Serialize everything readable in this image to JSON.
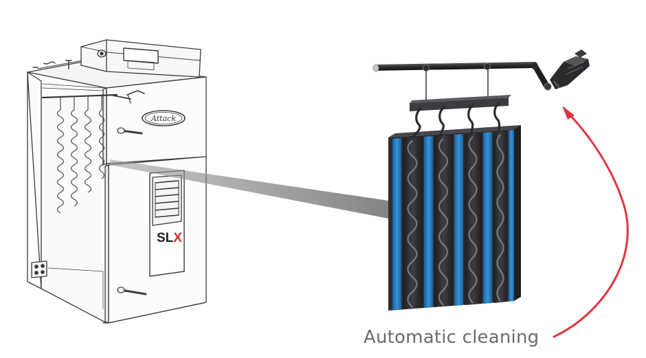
{
  "caption": "Automatic cleaning",
  "boiler": {
    "brand": "Attack",
    "model_prefix": "SL",
    "model_suffix": "X"
  },
  "colors": {
    "turbulator_channel": "#2b7fc2",
    "panel_dark": "#2f2f33",
    "arrow": "#e0343f",
    "outline": "#3a3a3a",
    "caption": "#6b6b6b",
    "model_accent": "#d62b2b"
  },
  "icons": {
    "arrow": "curved-arrow-icon",
    "motor": "motor-icon"
  }
}
